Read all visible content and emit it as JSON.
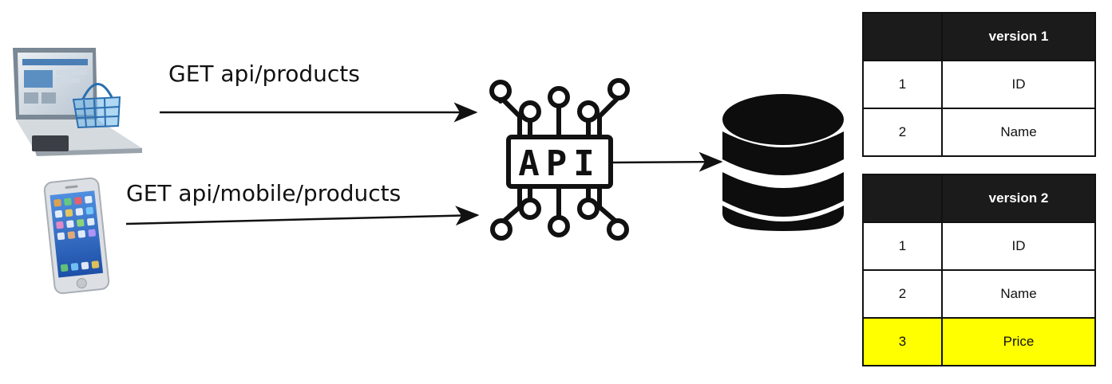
{
  "requests": {
    "web": "GET api/products",
    "mobile": "GET api/mobile/products"
  },
  "api_label": "API",
  "icons": {
    "laptop": "laptop-with-shopping-basket-icon",
    "phone": "smartphone-icon",
    "api": "api-circuit-icon",
    "database": "database-icon"
  },
  "versions": [
    {
      "title": "version 1",
      "rows": [
        {
          "num": "1",
          "field": "ID"
        },
        {
          "num": "2",
          "field": "Name"
        }
      ]
    },
    {
      "title": "version 2",
      "rows": [
        {
          "num": "1",
          "field": "ID"
        },
        {
          "num": "2",
          "field": "Name"
        },
        {
          "num": "3",
          "field": "Price",
          "highlight": true
        }
      ]
    }
  ],
  "colors": {
    "highlight": "#ffff00",
    "header": "#1b1b1b"
  }
}
